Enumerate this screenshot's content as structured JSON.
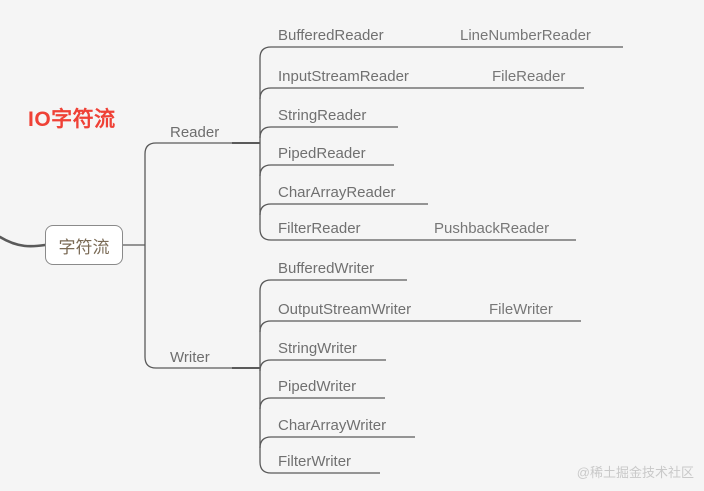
{
  "page": {
    "background_color": "#f5f5f5",
    "heading": "IO字符流",
    "heading_color": "#ef4136",
    "watermark": "@稀土掘金技术社区",
    "line_color": "#5a5a5a",
    "text_color": "#707070"
  },
  "mindmap": {
    "root": {
      "label": "字符流",
      "text_color": "#7a6a55"
    },
    "branches": [
      {
        "label": "Reader",
        "children": [
          {
            "label": "BufferedReader",
            "sub": {
              "label": "LineNumberReader"
            }
          },
          {
            "label": "InputStreamReader",
            "sub": {
              "label": "FileReader"
            }
          },
          {
            "label": "StringReader",
            "sub": null
          },
          {
            "label": "PipedReader",
            "sub": null
          },
          {
            "label": "CharArrayReader",
            "sub": null
          },
          {
            "label": "FilterReader",
            "sub": {
              "label": "PushbackReader"
            }
          }
        ]
      },
      {
        "label": "Writer",
        "children": [
          {
            "label": "BufferedWriter",
            "sub": null
          },
          {
            "label": "OutputStreamWriter",
            "sub": {
              "label": "FileWriter"
            }
          },
          {
            "label": "StringWriter",
            "sub": null
          },
          {
            "label": "PipedWriter",
            "sub": null
          },
          {
            "label": "CharArrayWriter",
            "sub": null
          },
          {
            "label": "FilterWriter",
            "sub": null
          }
        ]
      }
    ]
  }
}
